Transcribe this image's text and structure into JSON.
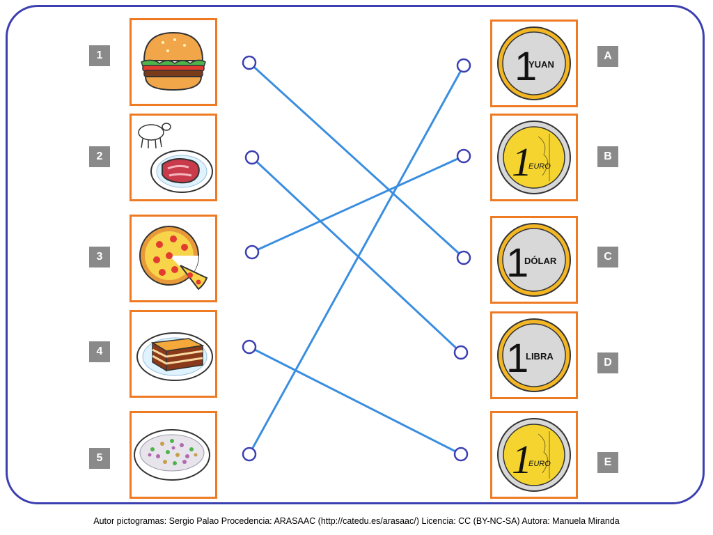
{
  "left_items": [
    {
      "number": "1",
      "food": "hamburger-icon"
    },
    {
      "number": "2",
      "food": "lamb-meat-icon"
    },
    {
      "number": "3",
      "food": "pizza-icon"
    },
    {
      "number": "4",
      "food": "lasagna-icon"
    },
    {
      "number": "5",
      "food": "rice-salad-icon"
    }
  ],
  "right_items": [
    {
      "letter": "A",
      "coin_numeral": "1",
      "coin_label": "YUAN"
    },
    {
      "letter": "B",
      "coin_numeral": "1",
      "coin_label": "EURO"
    },
    {
      "letter": "C",
      "coin_numeral": "1",
      "coin_label": "DÓLAR"
    },
    {
      "letter": "D",
      "coin_numeral": "1",
      "coin_label": "LIBRA"
    },
    {
      "letter": "E",
      "coin_numeral": "1",
      "coin_label": "EURO"
    }
  ],
  "connections": [
    {
      "from": "1",
      "to": "C"
    },
    {
      "from": "2",
      "to": "D"
    },
    {
      "from": "3",
      "to": "B"
    },
    {
      "from": "4",
      "to": "E"
    },
    {
      "from": "5",
      "to": "A"
    }
  ],
  "colors": {
    "frame": "#3b3fb0",
    "tile_border": "#ef7a24",
    "label_box": "#8a8a8a",
    "link_line": "#3a8ee0",
    "link_dot": "#3b3fb0"
  },
  "footer": "Autor pictogramas: Sergio Palao Procedencia: ARASAAC (http://catedu.es/arasaac/) Licencia: CC (BY-NC-SA) Autora: Manuela Miranda"
}
